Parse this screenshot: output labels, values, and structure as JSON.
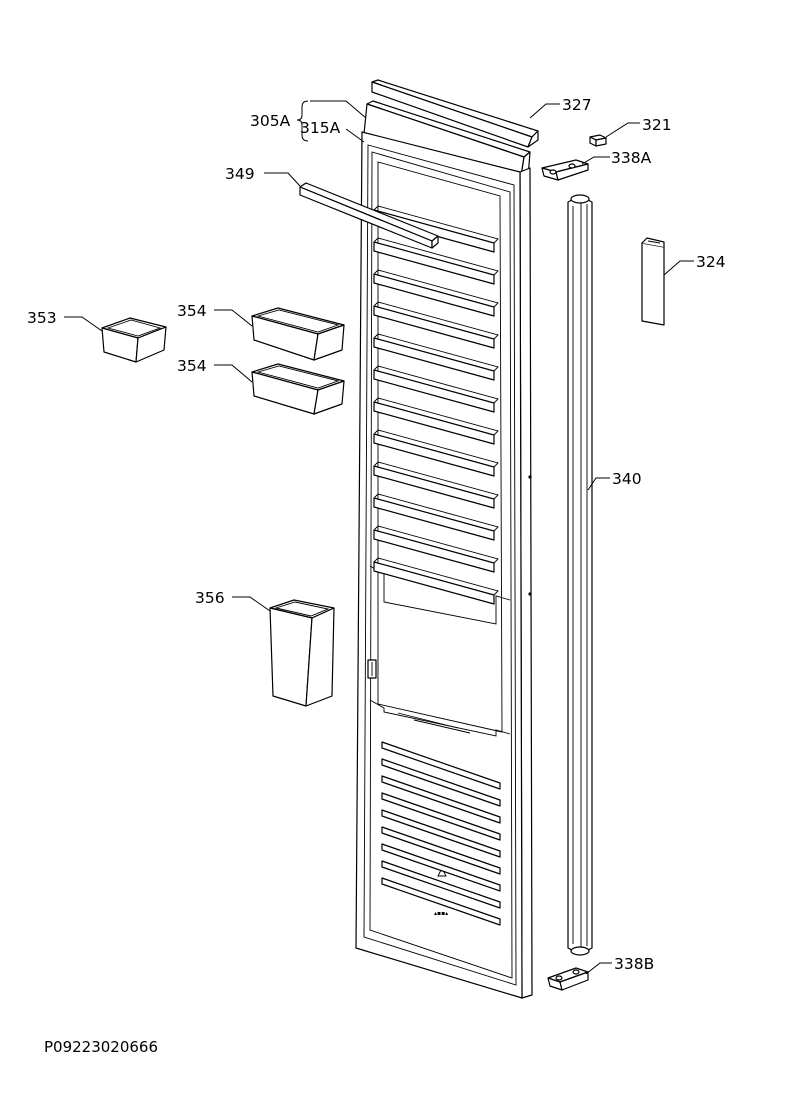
{
  "drawing_code": "P09223020666",
  "callouts": [
    {
      "id": "305A",
      "label": "305A"
    },
    {
      "id": "315A",
      "label": "315A"
    },
    {
      "id": "327",
      "label": "327"
    },
    {
      "id": "321",
      "label": "321"
    },
    {
      "id": "338A",
      "label": "338A"
    },
    {
      "id": "349",
      "label": "349"
    },
    {
      "id": "324",
      "label": "324"
    },
    {
      "id": "353",
      "label": "353"
    },
    {
      "id": "354a",
      "label": "354"
    },
    {
      "id": "354b",
      "label": "354"
    },
    {
      "id": "340",
      "label": "340"
    },
    {
      "id": "356",
      "label": "356"
    },
    {
      "id": "338B",
      "label": "338B"
    }
  ]
}
